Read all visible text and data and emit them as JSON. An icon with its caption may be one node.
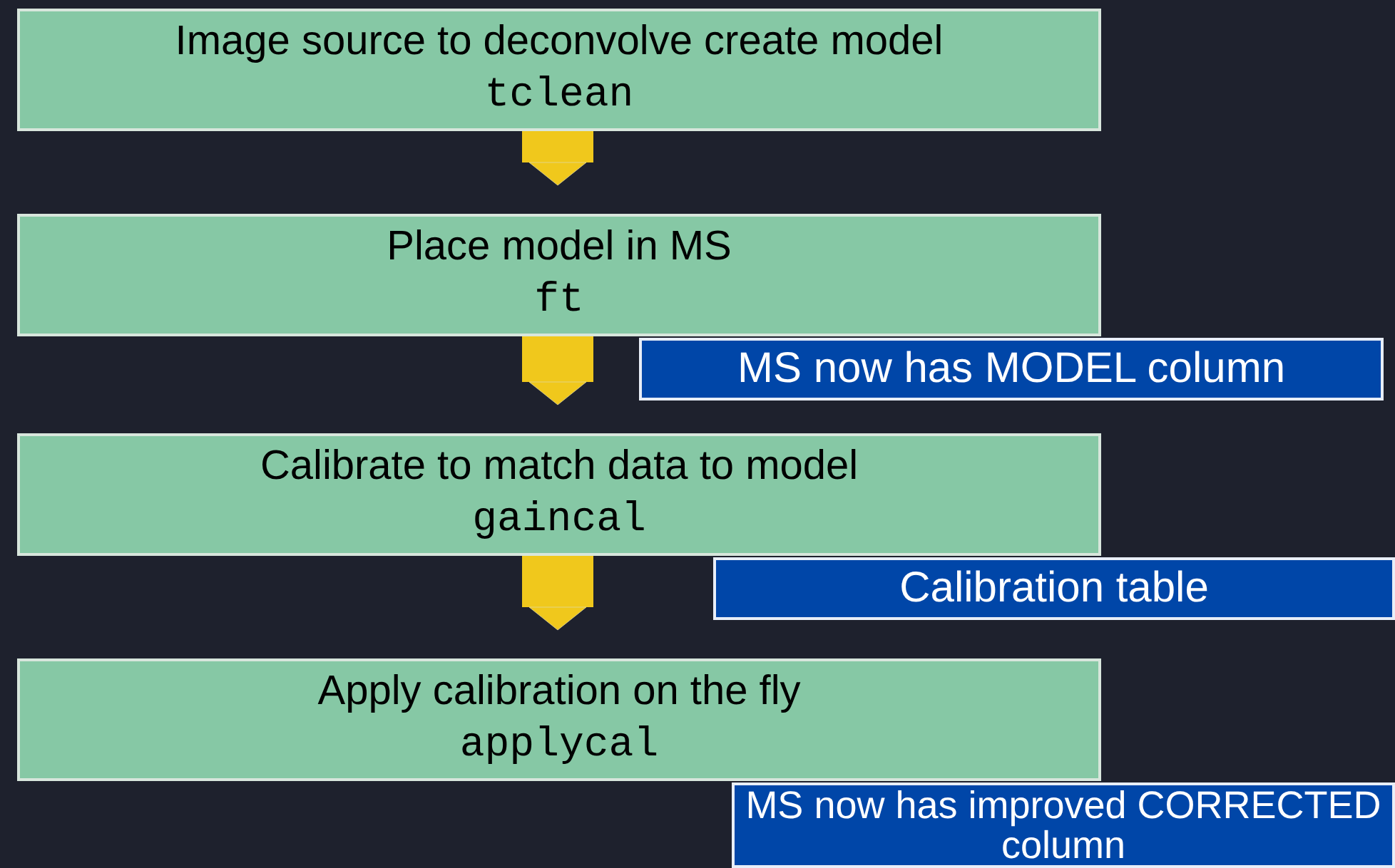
{
  "diagram": {
    "nodes": [
      {
        "text": [
          "Image source to deconvolve create model",
          "tclean"
        ]
      },
      {
        "text": [
          "Place model in MS",
          "ft"
        ]
      },
      {
        "text": [
          "MS now has MODEL column"
        ]
      },
      {
        "text": [
          "Calibrate to match data to model",
          "gaincal"
        ]
      },
      {
        "text": [
          "Calibration table"
        ]
      },
      {
        "text": [
          "Apply calibration on the fly",
          "applycal"
        ]
      },
      {
        "text": [
          "MS now has improved CORRECTED column"
        ]
      }
    ],
    "edges": [
      {
        "from": 0,
        "to": 1,
        "arrow": "to"
      },
      {
        "from": 1,
        "to": 3,
        "arrow": "to"
      },
      {
        "from": 3,
        "to": 5,
        "arrow": "to"
      }
    ]
  }
}
